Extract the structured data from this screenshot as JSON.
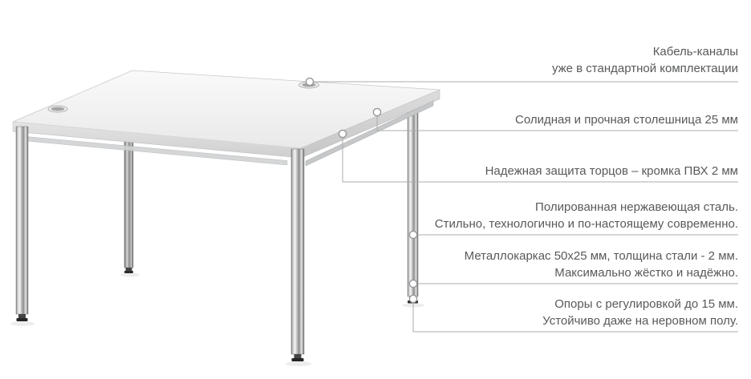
{
  "page": {
    "background": "#ffffff"
  },
  "colors": {
    "text": "#58595b",
    "leader_line": "#aaacaf",
    "marker_stroke": "#96989b",
    "tabletop": "#f1f1f1",
    "chrome_leg": "#c9c9c9"
  },
  "illustration": {
    "subject": "office desk with white tabletop and polished steel legs",
    "markers": [
      "cable-grommet",
      "tabletop-surface",
      "pvc-edge",
      "steel-leg",
      "steel-frame",
      "adjustable-foot"
    ]
  },
  "callouts": [
    {
      "lines": [
        "Кабель-каналы",
        "уже в стандартной комплектации"
      ]
    },
    {
      "lines": [
        "Солидная и прочная столешница 25 мм"
      ]
    },
    {
      "lines": [
        "Надежная защита торцов – кромка ПВХ 2 мм"
      ]
    },
    {
      "lines": [
        "Полированная нержавеющая сталь.",
        "Стильно, технологично и по-настоящему современно."
      ]
    },
    {
      "lines": [
        "Металлокаркас 50х25 мм, толщина стали - 2 мм.",
        "Максимально жёстко и надёжно."
      ]
    },
    {
      "lines": [
        "Опоры с регулировкой до 15 мм.",
        "Устойчиво даже на неровном полу."
      ]
    }
  ]
}
